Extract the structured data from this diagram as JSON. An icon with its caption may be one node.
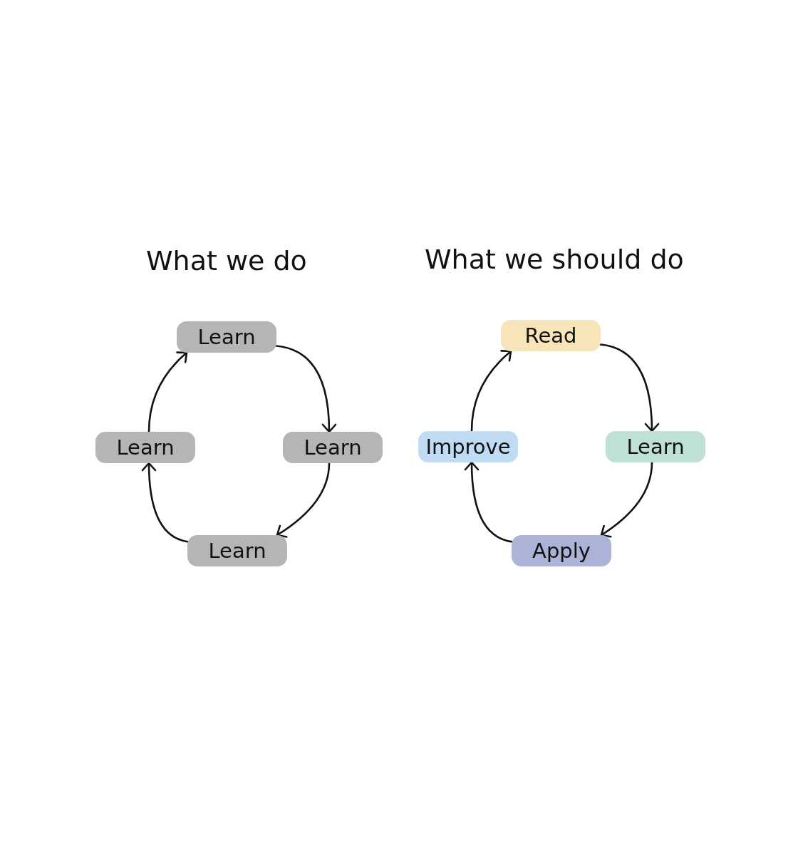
{
  "diagram": {
    "nodes": [
      {
        "text": [
          "Learn"
        ]
      },
      {
        "text": [
          "Learn"
        ]
      },
      {
        "text": [
          "Learn"
        ]
      },
      {
        "text": [
          "Learn"
        ]
      },
      {
        "text": [
          "Read"
        ]
      },
      {
        "text": [
          "Learn"
        ]
      },
      {
        "text": [
          "Apply"
        ]
      },
      {
        "text": [
          "Improve"
        ]
      }
    ],
    "edges": [
      {
        "from": 0,
        "to": 1,
        "arrow": "to"
      },
      {
        "from": 1,
        "to": 2,
        "arrow": "to"
      },
      {
        "from": 2,
        "to": 3,
        "arrow": "to"
      },
      {
        "from": 3,
        "to": 0,
        "arrow": "to"
      },
      {
        "from": 4,
        "to": 5,
        "arrow": "to"
      },
      {
        "from": 5,
        "to": 6,
        "arrow": "to"
      },
      {
        "from": 6,
        "to": 7,
        "arrow": "to"
      },
      {
        "from": 7,
        "to": 4,
        "arrow": "to"
      }
    ],
    "labels": [
      "What we do",
      "What we should do"
    ]
  }
}
